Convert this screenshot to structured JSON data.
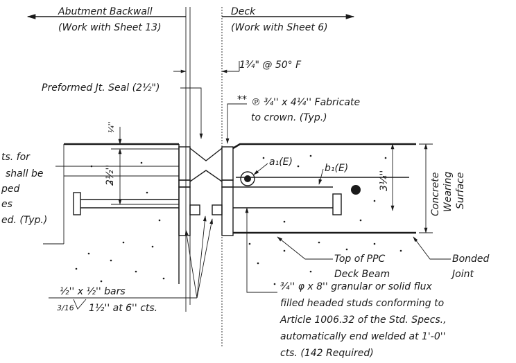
{
  "labels": {
    "abutment": "Abutment Backwall",
    "abutment_ref": "(Work with Sheet 13)",
    "deck": "Deck",
    "deck_ref": "(Work with Sheet 6)",
    "gap": "1¾\" @ 50° F",
    "seal": "Preformed Jt. Seal (2½\")",
    "plate_mark": "**",
    "plate_line1": "℗ ¾'' x 4¼'' Fabricate",
    "plate_line2": "to crown. (Typ.)",
    "dim_quarter": "¼''",
    "dim_2half": "2½''",
    "dim_3quarter": "3¼''",
    "bar_a": "a₁(E)",
    "bar_b": "b₁(E)",
    "concrete_wearing_1": "Concrete",
    "concrete_wearing_2": "Wearing",
    "concrete_wearing_3": "Surface",
    "left_note": [
      "ts. for",
      "shall be",
      "ped",
      "es",
      "ed. (Typ.)"
    ],
    "top_ppc_1": "Top of PPC",
    "top_ppc_2": "Deck Beam",
    "bonded_1": "Bonded",
    "bonded_2": "Joint",
    "bars_note": "½'' x ½'' bars",
    "weld_3_16": "3/16",
    "weld_spacing": "1½'' at 6'' cts.",
    "studs_note": [
      "¾'' φ x 8'' granular or solid flux",
      "filled headed studs conforming to",
      "Article 1006.32 of the Std. Specs.,",
      "automatically end welded at 1'-0''",
      "cts. (142 Required)"
    ]
  }
}
